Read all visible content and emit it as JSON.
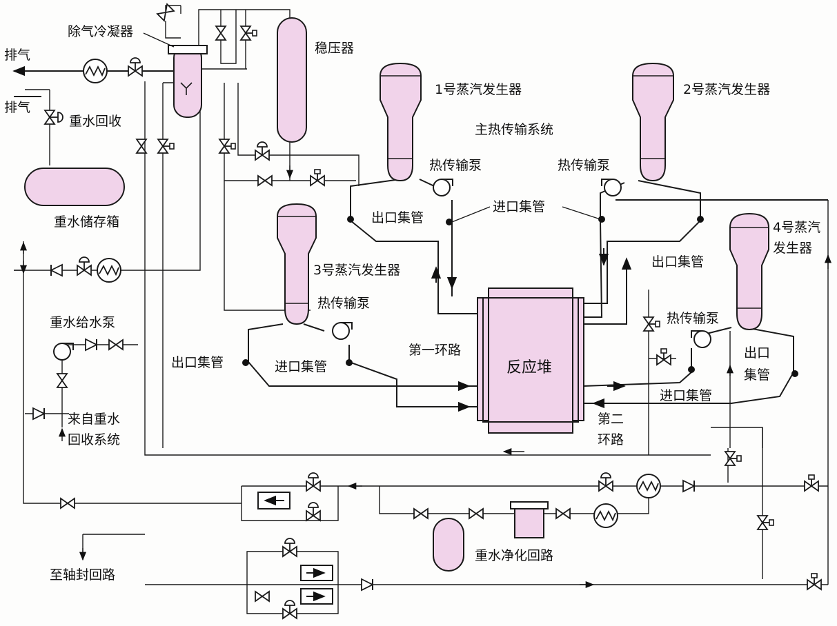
{
  "diagram": {
    "labels": {
      "deaerator_condenser": "除气冷凝器",
      "vent_top": "排气",
      "vent_bottom": "排气",
      "d2o_recovery": "重水回收",
      "pressurizer": "稳压器",
      "sg1": "1号蒸汽发生器",
      "sg2": "2号蒸汽发生器",
      "main_system": "主热传输系统",
      "pump_a": "热传输泵",
      "pump_b": "热传输泵",
      "pump_c": "热传输泵",
      "pump_d": "热传输泵",
      "outlet_header_1": "出口集管",
      "inlet_header_1": "进口集管",
      "outlet_header_2": "出口集管",
      "sg3": "3号蒸汽发生器",
      "sg4_line1": "4号蒸汽",
      "sg4_line2": "发生器",
      "storage_tank": "重水储存箱",
      "feed_pump": "重水给水泵",
      "outlet_header_3": "出口集管",
      "inlet_header_3": "进口集管",
      "first_loop": "第一环路",
      "reactor": "反应堆",
      "outlet_header_4_line1": "出口",
      "outlet_header_4_line2": "集管",
      "inlet_header_4": "进口集管",
      "second_loop_line1": "第二",
      "second_loop_line2": "环路",
      "from_recovery_line1": "来自重水",
      "from_recovery_line2": "回收系统",
      "purification": "重水净化回路",
      "to_shaft_seal": "至轴封回路"
    }
  }
}
